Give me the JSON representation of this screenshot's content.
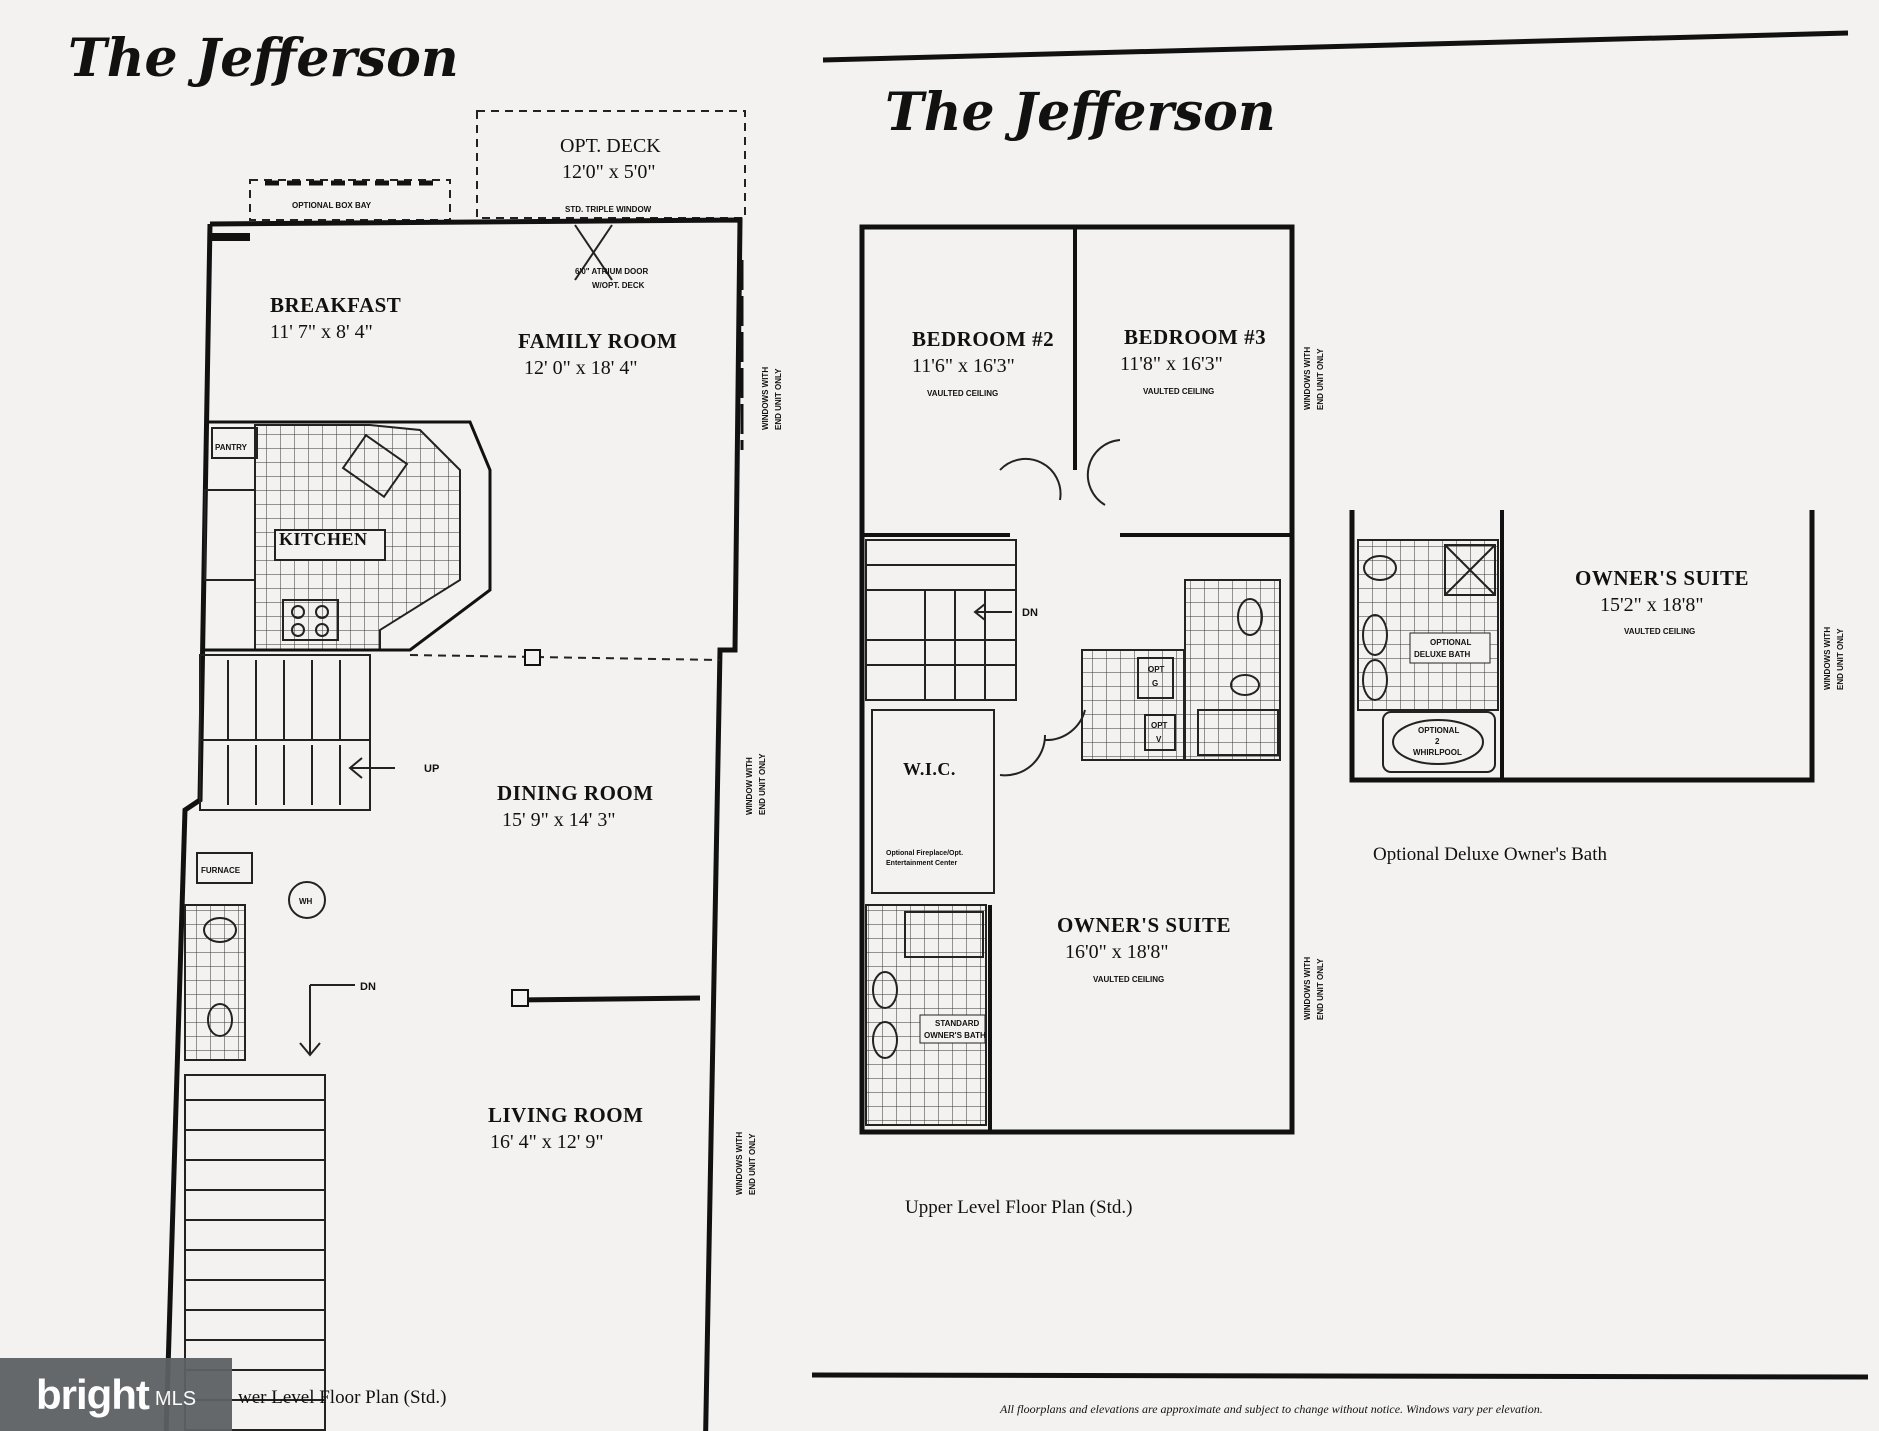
{
  "titles": {
    "left": "The Jefferson",
    "right": "The Jefferson"
  },
  "lower": {
    "deck_label": "OPT. DECK",
    "deck_dim": "12'0\" x 5'0\"",
    "box_bay": "OPTIONAL BOX BAY",
    "triple_window": "STD. TRIPLE WINDOW",
    "atrium_door_1": "6'0\" ATRIUM DOOR",
    "atrium_door_2": "W/OPT. DECK",
    "breakfast": "BREAKFAST",
    "breakfast_dim": "11' 7\" x 8' 4\"",
    "family": "FAMILY ROOM",
    "family_dim": "12' 0\" x 18' 4\"",
    "pantry": "PANTRY",
    "kitchen": "KITCHEN",
    "dining": "DINING ROOM",
    "dining_dim": "15' 9\" x 14' 3\"",
    "living": "LIVING ROOM",
    "living_dim": "16' 4\" x 12' 9\"",
    "furnace": "FURNACE",
    "wh": "WH",
    "up": "UP",
    "dn": "DN",
    "win1_a": "WINDOWS WITH",
    "win1_b": "END UNIT ONLY",
    "win2_a": "WINDOW WITH",
    "win2_b": "END UNIT ONLY",
    "win3_a": "WINDOWS WITH",
    "win3_b": "END UNIT ONLY",
    "caption": "wer Level Floor Plan (Std.)"
  },
  "upper": {
    "bed2": "BEDROOM #2",
    "bed2_dim": "11'6\" x 16'3\"",
    "bed2_note": "VAULTED CEILING",
    "bed3": "BEDROOM #3",
    "bed3_dim": "11'8\" x 16'3\"",
    "bed3_note": "VAULTED CEILING",
    "dn": "DN",
    "wic": "W.I.C.",
    "wic_note_1": "Optional Fireplace/Opt.",
    "wic_note_2": "Entertainment Center",
    "owner": "OWNER'S SUITE",
    "owner_dim": "16'0\" x 18'8\"",
    "owner_note": "VAULTED CEILING",
    "std_bath_1": "STANDARD",
    "std_bath_2": "OWNER'S BATH",
    "opt_g": "OPT",
    "opt_g2": "G",
    "opt_v": "OPT",
    "opt_v2": "V",
    "win_a": "WINDOWS WITH",
    "win_b": "END UNIT ONLY",
    "win2_a": "WINDOWS WITH",
    "win2_b": "END UNIT ONLY",
    "caption": "Upper Level Floor Plan (Std.)"
  },
  "option": {
    "owner": "OWNER'S SUITE",
    "owner_dim": "15'2\" x 18'8\"",
    "owner_note": "VAULTED CEILING",
    "deluxe_1": "OPTIONAL",
    "deluxe_2": "DELUXE BATH",
    "whirl_1": "OPTIONAL",
    "whirl_2": "2",
    "whirl_3": "WHIRLPOOL",
    "win_a": "WINDOWS WITH",
    "win_b": "END UNIT ONLY",
    "caption": "Optional Deluxe Owner's Bath"
  },
  "footnote": "All floorplans and elevations are approximate and subject to change without notice. Windows vary per elevation.",
  "watermark": {
    "brand": "bright",
    "sub": "MLS"
  }
}
